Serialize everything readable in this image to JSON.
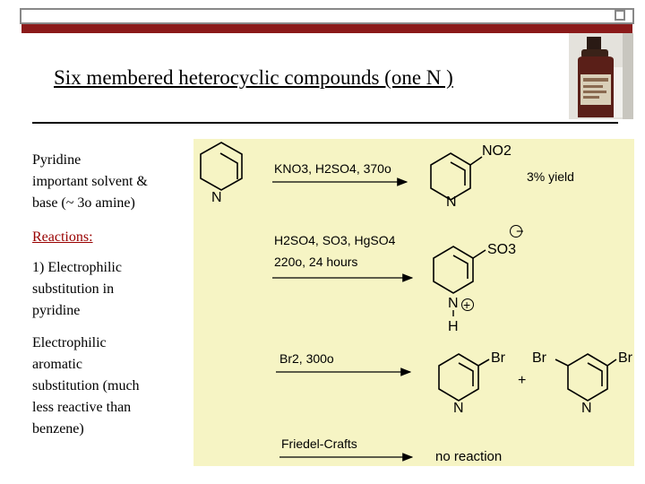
{
  "slide": {
    "title": "Six membered heterocyclic compounds (one N )",
    "left": {
      "intro_lines": [
        "Pyridine",
        "important solvent &",
        "base (~ 3o amine)"
      ],
      "reactions_heading": "Reactions:",
      "block1_lines": [
        "1) Electrophilic",
        "substitution in",
        "pyridine"
      ],
      "block2_lines": [
        "Electrophilic",
        "aromatic",
        "substitution (much",
        "less reactive than",
        "benzene)"
      ]
    }
  },
  "scheme": {
    "atom_N": "N",
    "atom_H": "H",
    "plus": "+",
    "r1": {
      "conditions": "KNO3, H2SO4, 370o",
      "substituent": "NO2",
      "yield": "3% yield"
    },
    "r2": {
      "conditions_line1": "H2SO4, SO3, HgSO4",
      "conditions_line2": "220o, 24 hours",
      "substituent": "SO3",
      "charge_minus": "−",
      "charge_plus": "+"
    },
    "r3": {
      "conditions": "Br2, 300o",
      "substituent": "Br"
    },
    "r4": {
      "conditions": "Friedel-Crafts",
      "result": "no reaction"
    }
  },
  "colors": {
    "accent_red": "#8b1a1a",
    "panel_bg": "#f6f4c4",
    "heading_red": "#990000"
  },
  "icons": [
    "pyridine-ring",
    "reaction-arrow",
    "bottle-photo"
  ]
}
